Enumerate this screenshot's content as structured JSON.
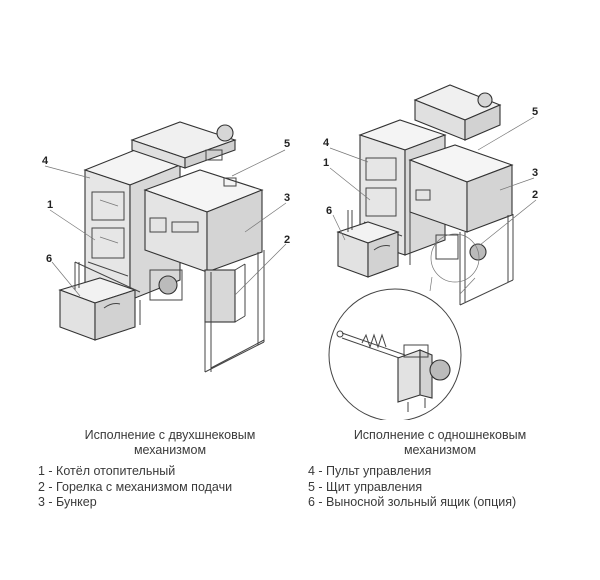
{
  "left_figure": {
    "caption": "Исполнение с двухшнековым механизмом",
    "callouts": [
      "1",
      "2",
      "3",
      "4",
      "5",
      "6"
    ]
  },
  "right_figure": {
    "caption": "Исполнение с одношнековым механизмом",
    "callouts": [
      "1",
      "2",
      "3",
      "4",
      "5",
      "6"
    ]
  },
  "legend": [
    "1 - Котёл отопительный",
    "2 - Горелка с механизмом подачи",
    "3 - Бункер",
    "4 - Пульт управления",
    "5 - Щит управления",
    "6 - Выносной зольный ящик (опция)"
  ]
}
